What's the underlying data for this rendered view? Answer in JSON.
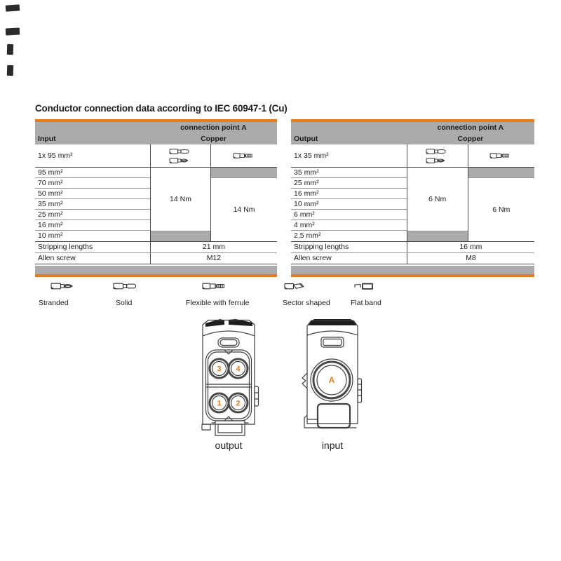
{
  "page": {
    "title": "Conductor connection data according to IEC 60947-1 (Cu)"
  },
  "colors": {
    "accent_orange": "#e87c1a",
    "table_gray": "#ababab"
  },
  "tables": [
    {
      "connection_point": "connection point A",
      "side_label": "Input",
      "material": "Copper",
      "top_row": {
        "label": "1x 95 mm²",
        "icon_mid_top": "solid-wire-icon",
        "icon_mid_bottom": "stranded-wire-icon",
        "icon_right": "ferrule-wire-icon"
      },
      "size_rows": [
        "95 mm²",
        "70 mm²",
        "50 mm²",
        "35 mm²",
        "25 mm²",
        "16 mm²",
        "10 mm²"
      ],
      "torque_mid": "14 Nm",
      "torque_right": "14 Nm",
      "stripping_label": "Stripping lengths",
      "stripping_value": "21 mm",
      "allen_label": "Allen screw",
      "allen_value": "M12"
    },
    {
      "connection_point": "connection point A",
      "side_label": "Output",
      "material": "Copper",
      "top_row": {
        "label": "1x 35 mm²",
        "icon_mid_top": "solid-wire-icon",
        "icon_mid_bottom": "stranded-wire-icon",
        "icon_right": "ferrule-wire-icon"
      },
      "size_rows": [
        "35 mm²",
        "25 mm²",
        "16 mm²",
        "10 mm²",
        "6 mm²",
        "4 mm²",
        "2,5 mm²"
      ],
      "torque_mid": "6 Nm",
      "torque_right": "6 Nm",
      "stripping_label": "Stripping lengths",
      "stripping_value": "16 mm",
      "allen_label": "Allen screw",
      "allen_value": "M8"
    }
  ],
  "legend": [
    {
      "label": "Stranded",
      "icon": "stranded-wire-icon"
    },
    {
      "label": "Solid",
      "icon": "solid-wire-icon"
    },
    {
      "label": "Flexible with ferrule",
      "icon": "ferrule-wire-icon"
    },
    {
      "label": "Sector shaped",
      "icon": "sector-wire-icon"
    },
    {
      "label": "Flat band",
      "icon": "flat-band-icon"
    }
  ],
  "diagrams": {
    "output": {
      "caption": "output",
      "terminals": {
        "top_left": "3",
        "top_right": "4",
        "bottom_left": "1",
        "bottom_right": "2"
      }
    },
    "input": {
      "caption": "input",
      "terminal": "A"
    }
  }
}
